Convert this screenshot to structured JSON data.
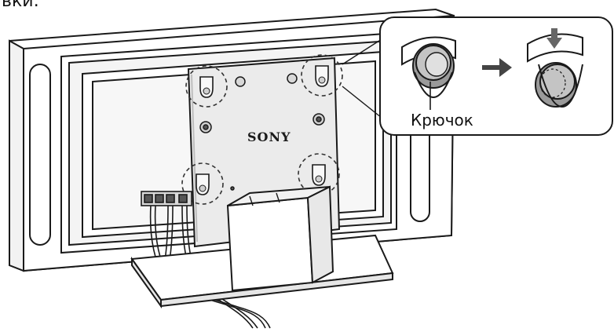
{
  "top_fragment": "вки:",
  "brand_logo": "SONY",
  "callout": {
    "label": "Крючок",
    "arrow_icon": "arrow-right-icon"
  },
  "colors": {
    "stroke": "#1a1a1a",
    "panel_fill": "#ffffff",
    "plate_fill": "#ebebeb",
    "screen_fill": "#f4f4f4",
    "hook_fill": "#b4b4b4",
    "hook_dark": "#7a7a7a",
    "callout_bg": "#ffffff"
  }
}
